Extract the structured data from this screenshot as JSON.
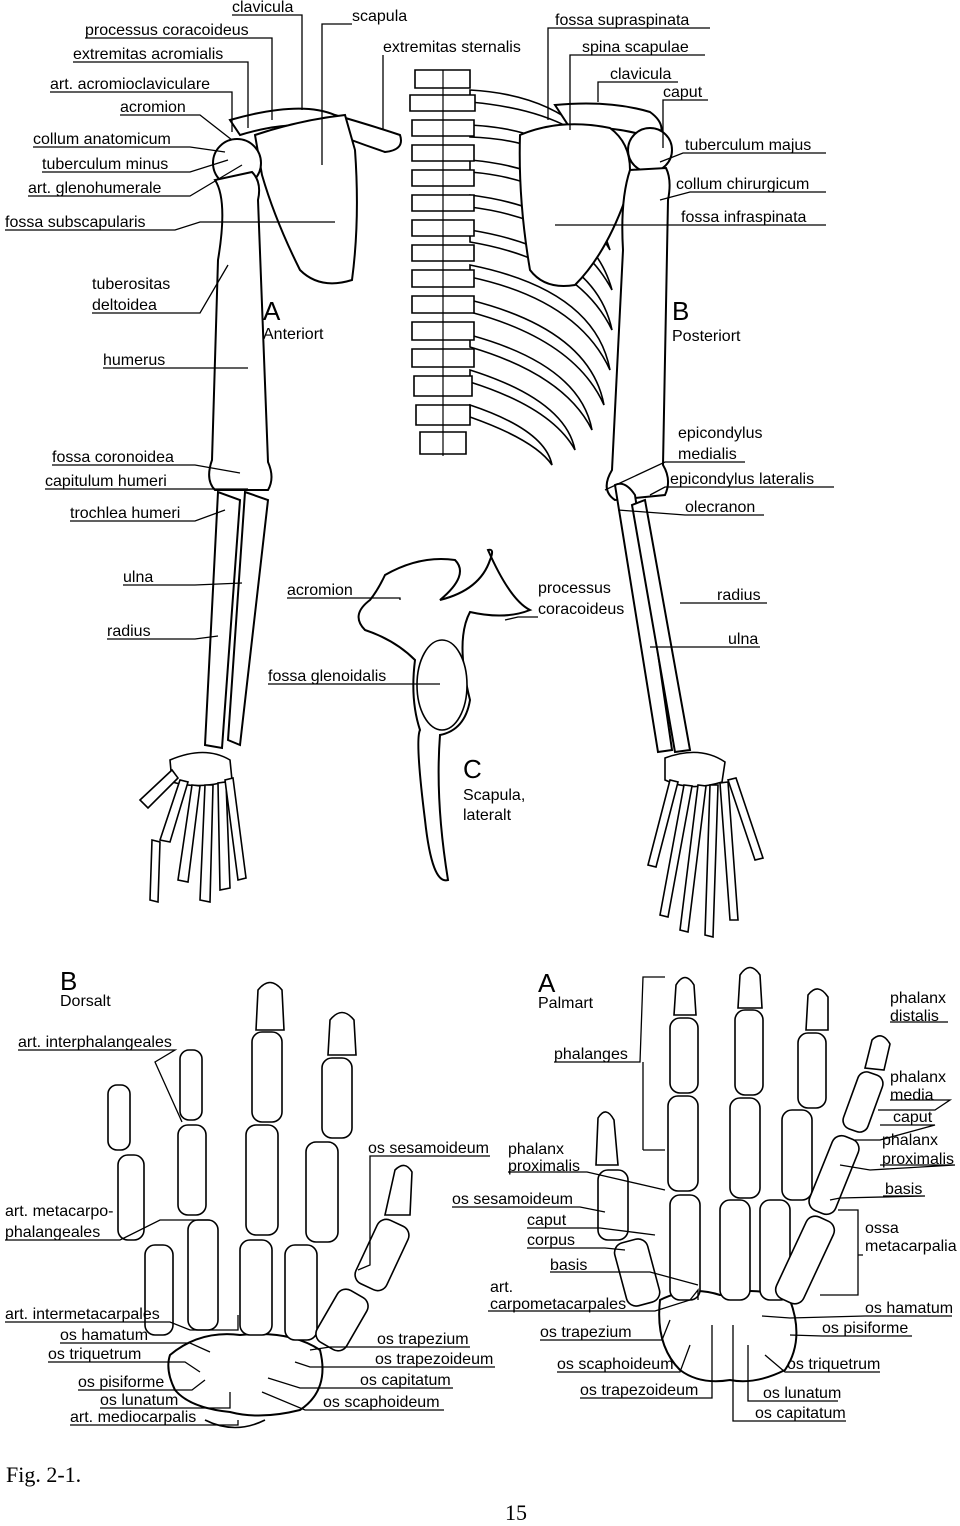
{
  "figure": {
    "caption": "Fig. 2-1.",
    "page_number": "15",
    "panel_top_a": {
      "letter": "A",
      "text": "Anteriort"
    },
    "panel_top_b": {
      "letter": "B",
      "text": "Posteriort"
    },
    "panel_top_c": {
      "letter": "C",
      "text1": "Scapula,",
      "text2": "lateralt"
    },
    "panel_hand_b": {
      "letter": "B",
      "text": "Dorsalt"
    },
    "panel_hand_a": {
      "letter": "A",
      "text": "Palmart"
    }
  },
  "labels": {
    "clavicula_1": "clavicula",
    "processus_coracoideus_1": "processus coracoideus",
    "extremitas_acromialis": "extremitas acromialis",
    "art_acromioclaviculare": "art. acromioclaviculare",
    "acromion_1": "acromion",
    "collum_anatomicum": "collum anatomicum",
    "tuberculum_minus": "tuberculum minus",
    "art_glenohumerale": "art. glenohumerale",
    "fossa_subscapularis": "fossa subscapularis",
    "tuberositas": "tuberositas",
    "deltoidea": "deltoidea",
    "humerus": "humerus",
    "fossa_coronoidea": "fossa coronoidea",
    "capitulum_humeri": "capitulum humeri",
    "trochlea_humeri": "trochlea humeri",
    "ulna_1": "ulna",
    "radius_1": "radius",
    "scapula": "scapula",
    "extremitas_sternalis": "extremitas sternalis",
    "fossa_supraspinata": "fossa supraspinata",
    "spina_scapulae": "spina scapulae",
    "clavicula_2": "clavicula",
    "caput_1": "caput",
    "tuberculum_majus": "tuberculum majus",
    "collum_chirurgicum": "collum chirurgicum",
    "fossa_infraspinata": "fossa infraspinata",
    "epicondylus": "epicondylus",
    "medialis": "medialis",
    "epicondylus_lateralis": "epicondylus lateralis",
    "olecranon": "olecranon",
    "radius_2": "radius",
    "ulna_2": "ulna",
    "acromion_2": "acromion",
    "processus": "processus",
    "coracoideus": "coracoideus",
    "fossa_glenoidalis": "fossa glenoidalis",
    "art_interphalangeales": "art. interphalangeales",
    "art_metacarpo": "art. metacarpo-",
    "phalangeales": "phalangeales",
    "os_sesamoideum_1": "os sesamoideum",
    "art_intermetacarpales": "art. intermetacarpales",
    "os_hamatum_1": "os hamatum",
    "os_triquetrum_1": "os triquetrum",
    "os_pisiforme_1": "os pisiforme",
    "os_lunatum_1": "os lunatum",
    "art_mediocarpalis": "art. mediocarpalis",
    "os_trapezium_1": "os trapezium",
    "os_trapezoideum_1": "os trapezoideum",
    "os_capitatum_1": "os capitatum",
    "os_scaphoideum_1": "os scaphoideum",
    "phalanges": "phalanges",
    "phalanx_distalis_1": "phalanx",
    "phalanx_distalis_2": "distalis",
    "phalanx_media_1": "phalanx",
    "phalanx_media_2": "media",
    "caput_2": "caput",
    "phalanx_proximalis_r1": "phalanx",
    "phalanx_proximalis_r2": "proximalis",
    "basis_1": "basis",
    "phalanx_proximalis_l1": "phalanx",
    "phalanx_proximalis_l2": "proximalis",
    "os_sesamoideum_2": "os sesamoideum",
    "caput_3": "caput",
    "corpus": "corpus",
    "basis_2": "basis",
    "ossa": "ossa",
    "metacarpalia": "metacarpalia",
    "art": "art.",
    "carpometacarpales": "carpometacarpales",
    "os_hamatum_2": "os hamatum",
    "os_pisiforme_2": "os pisiforme",
    "os_trapezium_2": "os trapezium",
    "os_scaphoideum_2": "os scaphoideum",
    "os_triquetrum_2": "os triquetrum",
    "os_trapezoideum_2": "os trapezoideum",
    "os_lunatum_2": "os lunatum",
    "os_capitatum_2": "os capitatum"
  }
}
